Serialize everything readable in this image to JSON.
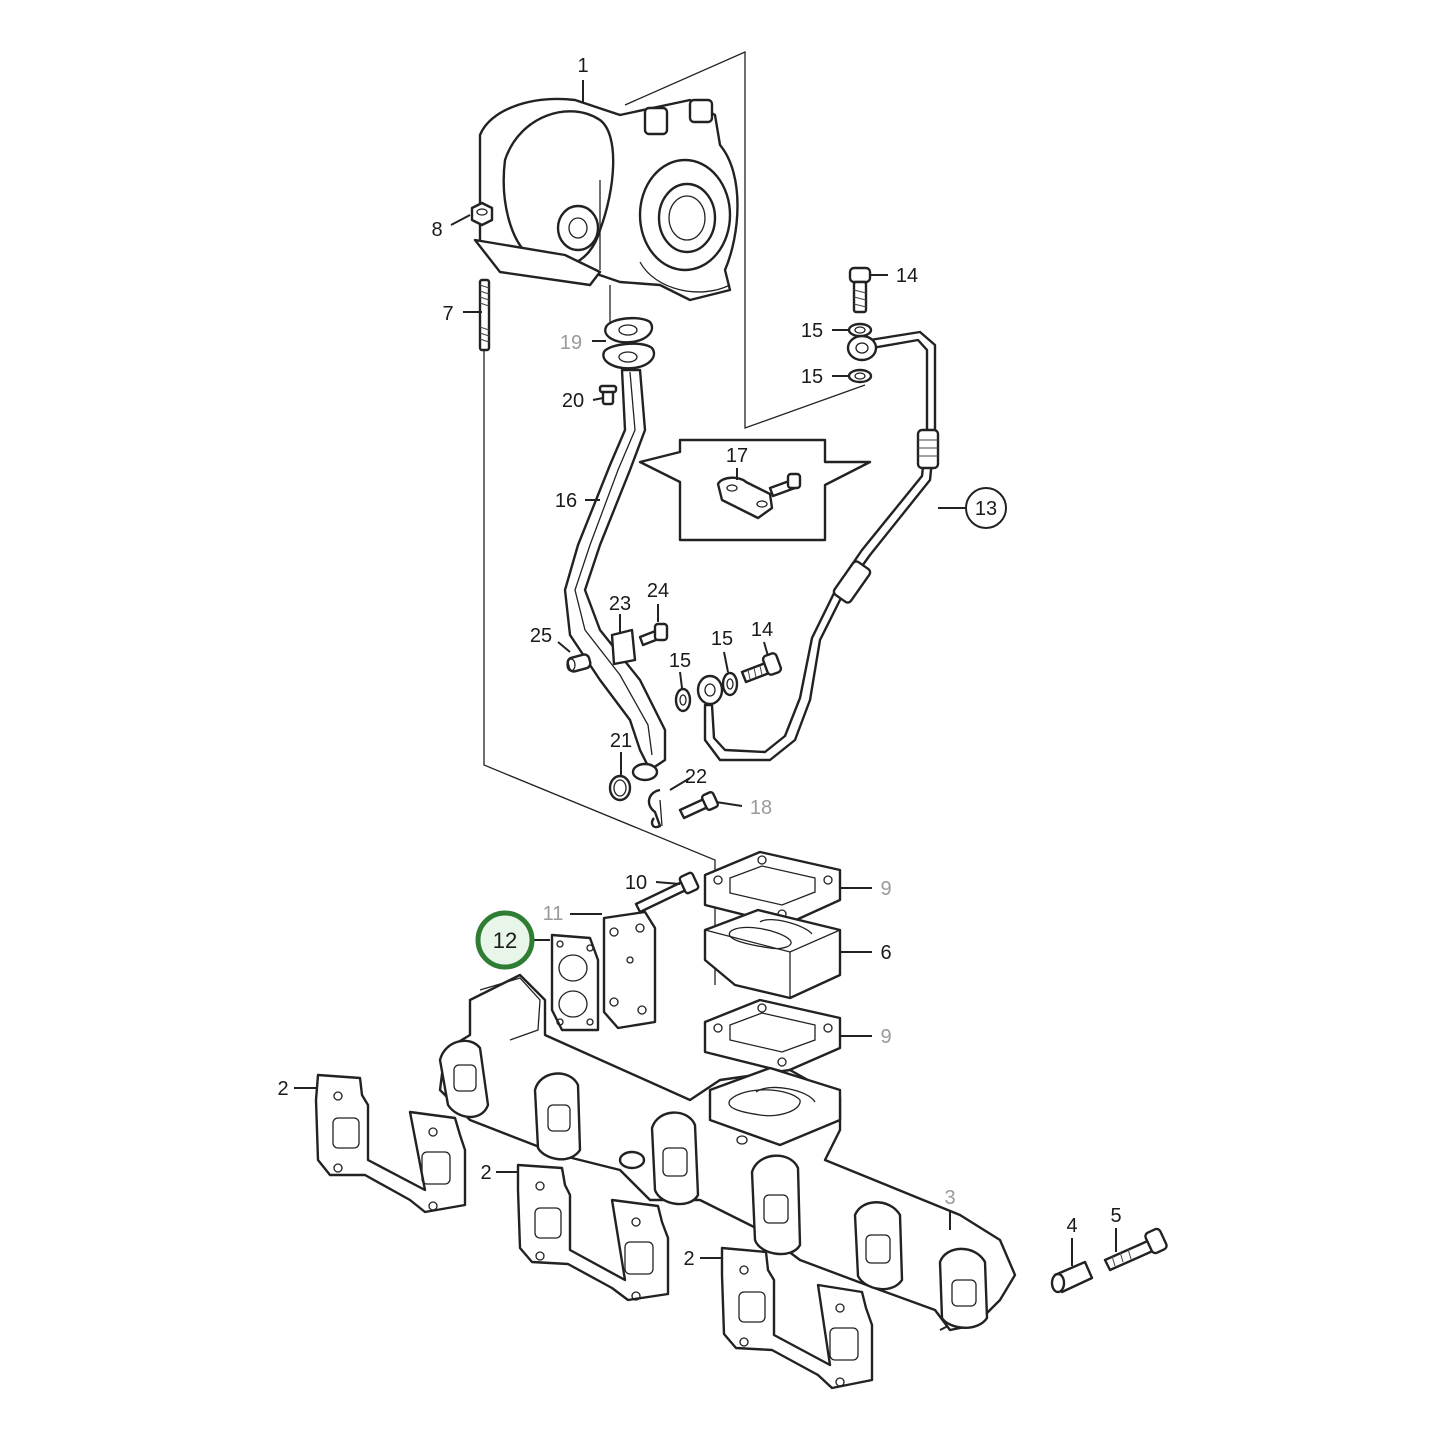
{
  "colors": {
    "line": "#222222",
    "grey_label": "#9a9a9a",
    "highlight_ring": "#2e7d32",
    "highlight_fill": "#e8f5e9"
  },
  "highlighted_part": "12",
  "labels": {
    "p1": "1",
    "p2a": "2",
    "p2b": "2",
    "p2c": "2",
    "p3": "3",
    "p4": "4",
    "p5": "5",
    "p6": "6",
    "p7": "7",
    "p8": "8",
    "p9a": "9",
    "p9b": "9",
    "p10": "10",
    "p11": "11",
    "p12": "12",
    "p13": "13",
    "p14a": "14",
    "p14b": "14",
    "p15a": "15",
    "p15b": "15",
    "p15c": "15",
    "p15d": "15",
    "p16": "16",
    "p17": "17",
    "p18": "18",
    "p19": "19",
    "p20": "20",
    "p21": "21",
    "p22": "22",
    "p23": "23",
    "p24": "24",
    "p25": "25"
  }
}
